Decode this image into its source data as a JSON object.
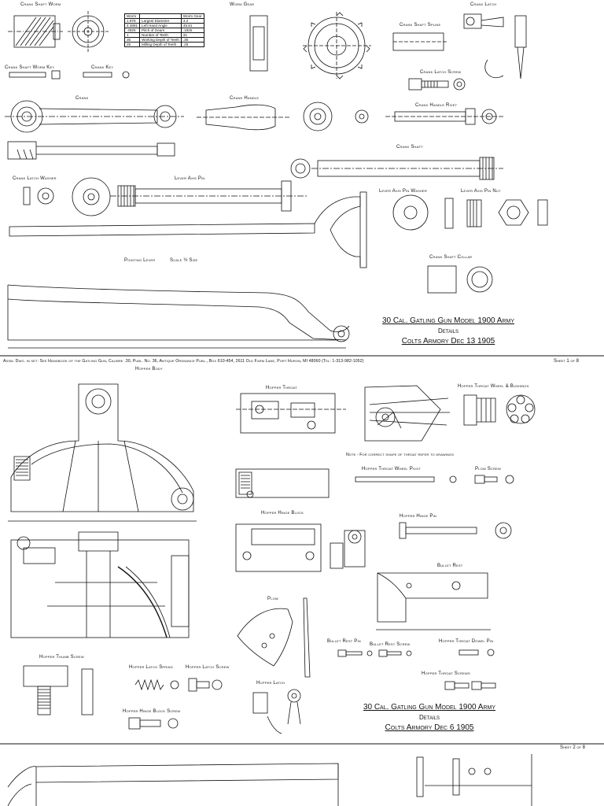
{
  "sheet1": {
    "labels": {
      "crank_shaft_worm": "Crank Shaft Worm",
      "worm_gear": "Worm Gear",
      "crank_latch": "Crank Latch",
      "crank_shaft_spline": "Crank Shaft Spline",
      "crank_shaft_worm_key": "Crank Shaft Worm Key",
      "crank_key": "Crank Key",
      "crank_latch_screw": "Crank Latch Screw",
      "crank": "Crank",
      "crank_handle": "Crank Handle",
      "crank_handle_rivet": "Crank Handle Rivet",
      "crank_shaft": "Crank Shaft",
      "crank_latch_washer": "Crank Latch Washer",
      "lever_axis_pin": "Lever Axis Pin",
      "lever_axis_pin_washer": "Lever Axis Pin Washer",
      "lever_axis_pin_nut": "Lever Axis Pin Nut",
      "crank_shaft_collar": "Crank Shaft Collar",
      "pointing_lever": "Pointing Lever",
      "scale": "Scale ½ Size"
    },
    "worm_table": {
      "headers": [
        "Worm",
        "",
        "Worm Gear"
      ],
      "rows": [
        [
          "1.978",
          "Largest Diameter",
          "3.2"
        ],
        [
          "4.4881",
          "Left Hand Angle",
          "45.81"
        ],
        [
          ".4925",
          "Pitch of Gears",
          ".1925"
        ],
        [
          "1",
          "Number of Teeth",
          "31"
        ],
        [
          "35",
          "Working Depth of Teeth",
          ".35"
        ],
        [
          "25",
          "Milling Depth of Teeth",
          ".25"
        ]
      ]
    },
    "title_block": {
      "line1": "30 Cal. Gatling Gun Model 1900 Army",
      "line2": "Details",
      "line3": "Colts Armory Dec 13 1905"
    },
    "assembly_note": "Assm. Dwg. in set: See Handbook of the Gatling Gun, Calibre .30, Publ. No. 36, Antique Ordnance Publ., Box 610-454, 2611 Old Farm Lane, Port Huron, MI 48060 (Tel: 1-313-982-1052)",
    "sheet_no": "Sheet 1 of 8"
  },
  "sheet2": {
    "labels": {
      "hopper_body": "Hopper Body",
      "hopper_throat": "Hopper Throat",
      "hopper_throat_wheel_bushings": "Hopper Throat Wheel & Bushings",
      "note": "Note - For correct shape of throat refer to drawings",
      "hopper_throat_wheel_pivot": "Hopper Throat Wheel Pivot",
      "plow_screw": "Plow Screw",
      "hopper_hinge_block": "Hopper Hinge Block",
      "hopper_hinge_pin": "Hopper Hinge Pin",
      "bullet_rest": "Bullet Rest",
      "plow": "Plow",
      "bullet_rest_pin": "Bullet Rest Pin",
      "bullet_rest_screw": "Bullet Rest Screw",
      "hopper_throat_dowel_pin": "Hopper Throat Dowel Pin",
      "hopper_thumb_screw": "Hopper Thumb Screw",
      "hopper_latch_spring": "Hopper Latch Spring",
      "hopper_latch_screw": "Hopper Latch Screw",
      "hopper_throat_screws": "Hopper Throat Screws",
      "hopper_latch": "Hopper Latch",
      "hopper_hinge_block_screw": "Hopper Hinge Block Screw"
    },
    "title_block": {
      "line1": "30 Cal. Gatling Gun Model 1900 Army",
      "line2": "Details",
      "line3": "Colts Armory Dec 6 1905"
    },
    "sheet_no": "Sheet 2 of 8"
  },
  "colors": {
    "ink": "#111111",
    "paper": "#ffffff"
  }
}
